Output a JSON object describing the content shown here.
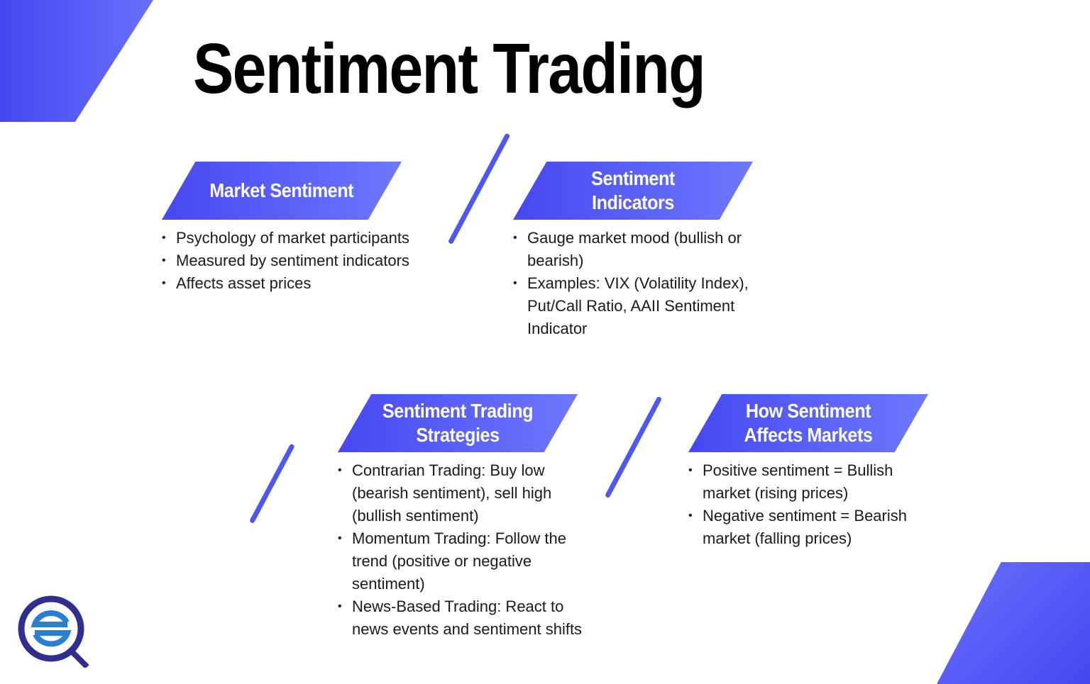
{
  "title": "Sentiment Trading",
  "colors": {
    "accent_dark": "#4648f0",
    "accent_light": "#6d78ff",
    "logo_ring": "#2e2f8f",
    "logo_s": "#2a7fd0",
    "text": "#1a1a1a"
  },
  "sections": [
    {
      "heading": "Market Sentiment",
      "bullets": [
        "Psychology of market participants",
        "Measured by sentiment indicators",
        "Affects asset prices"
      ]
    },
    {
      "heading": "Sentiment Indicators",
      "bullets": [
        "Gauge market mood (bullish or bearish)",
        "Examples: VIX (Volatility Index), Put/Call Ratio, AAII Sentiment Indicator"
      ]
    },
    {
      "heading": "Sentiment Trading Strategies",
      "bullets": [
        "Contrarian Trading: Buy low (bearish sentiment), sell high (bullish sentiment)",
        "Momentum Trading: Follow the trend (positive or negative sentiment)",
        "News-Based Trading: React to news events and sentiment shifts"
      ]
    },
    {
      "heading": "How Sentiment Affects Markets",
      "bullets": [
        "Positive sentiment = Bullish market (rising prices)",
        "Negative sentiment = Bearish market (falling prices)"
      ]
    }
  ],
  "logo": {
    "icon": "sq-logo-icon"
  }
}
